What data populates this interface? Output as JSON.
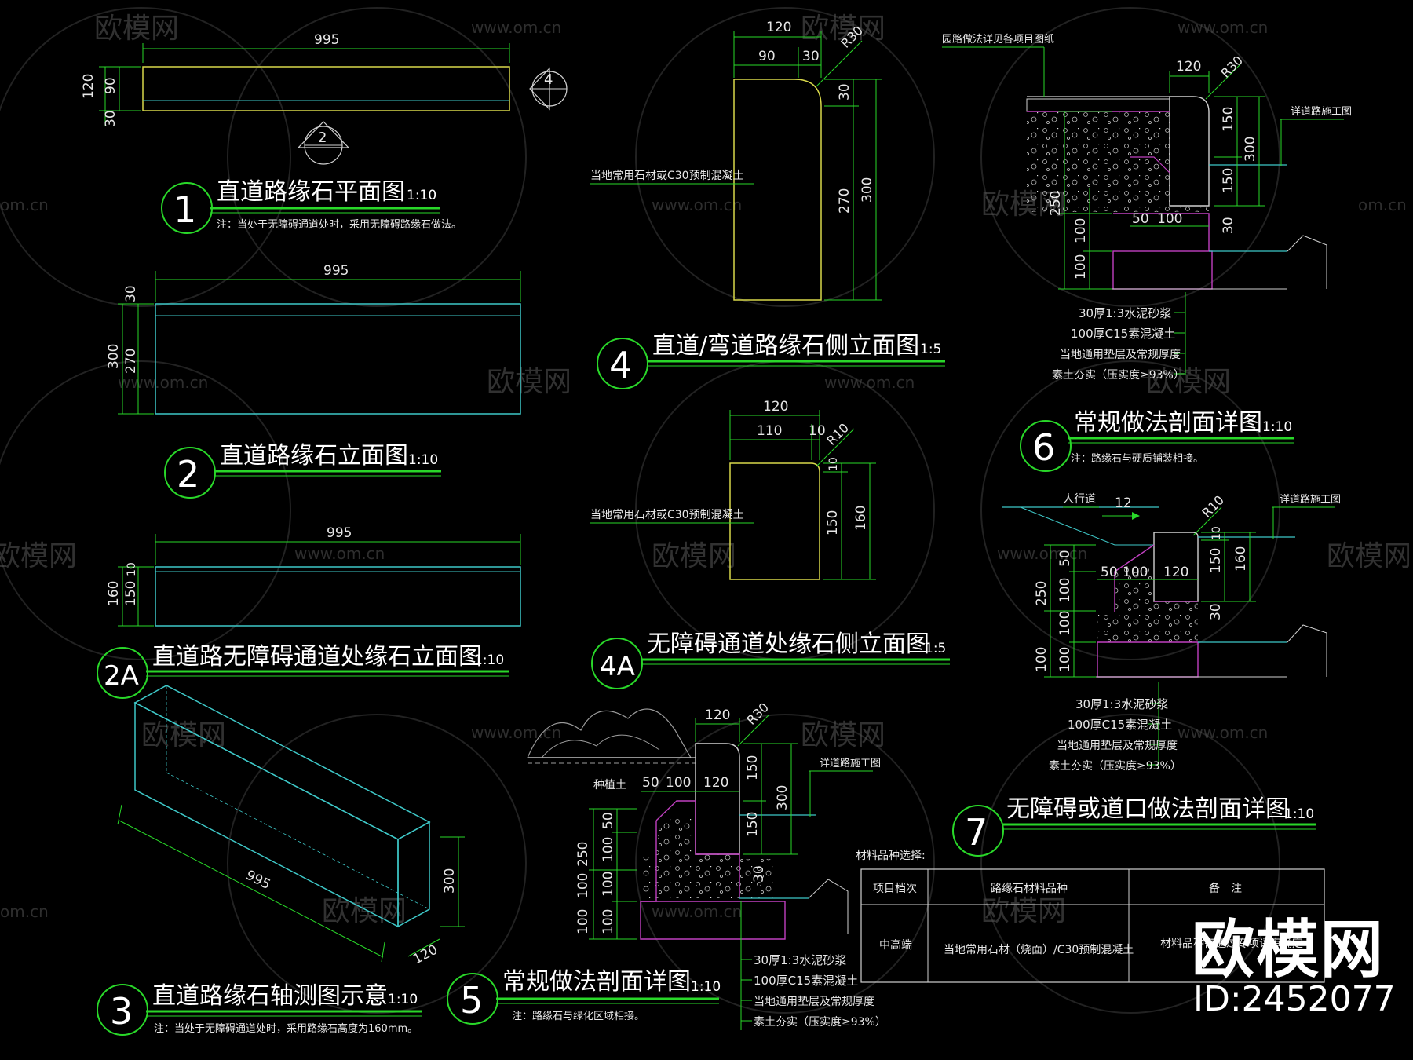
{
  "watermarks": {
    "logo_text": "欧模网",
    "url_text": "www.om.cn",
    "url_fragment": "om.cn"
  },
  "brand": {
    "name": "欧模网",
    "id": "ID:2452077"
  },
  "drawings": {
    "d1": {
      "num": "1",
      "title": "直道路缘石平面图",
      "scale": "1:10",
      "note": "注：当处于无障碍通道处时，采用无障碍路缘石做法。",
      "dims": {
        "len": "995",
        "h120": "120",
        "h90": "90",
        "h30": "30"
      },
      "markers": {
        "m4": "4",
        "m2": "2"
      }
    },
    "d2": {
      "num": "2",
      "title": "直道路缘石立面图",
      "scale": "1:10",
      "dims": {
        "len": "995",
        "h30": "30",
        "h300": "300",
        "h270": "270"
      }
    },
    "d2a": {
      "num": "2A",
      "title": "直道路无障碍通道处缘石立面图",
      "scale": "1:10",
      "dims": {
        "len": "995",
        "h160": "160",
        "h150": "150",
        "h10": "10"
      }
    },
    "d3": {
      "num": "3",
      "title": "直道路缘石轴测图示意",
      "scale": "1:10",
      "note": "注：当处于无障碍通道处时，采用路缘石高度为160mm。",
      "dims": {
        "len": "995",
        "h300": "300",
        "w120": "120"
      }
    },
    "d4": {
      "num": "4",
      "title": "直道/弯道路缘石侧立面图",
      "scale": "1:5",
      "material": "当地常用石材或C30预制混凝土",
      "dims": {
        "w120": "120",
        "w90": "90",
        "w30": "30",
        "r30": "R30",
        "h30": "30",
        "h270": "270",
        "h300": "300"
      }
    },
    "d4a": {
      "num": "4A",
      "title": "无障碍通道处缘石侧立面图",
      "scale": "1:5",
      "material": "当地常用石材或C30预制混凝土",
      "dims": {
        "w120": "120",
        "w110": "110",
        "w10": "10",
        "r10": "R10",
        "h10": "10",
        "h150": "150",
        "h160": "160"
      }
    },
    "d5": {
      "num": "5",
      "title": "常规做法剖面详图",
      "scale": "1:10",
      "note": "注：路缘石与绿化区域相接。",
      "plant": "种植土",
      "road": "详道路施工图",
      "layers": [
        "30厚1:3水泥砂浆",
        "100厚C15素混凝土",
        "当地通用垫层及常规厚度",
        "素土夯实（压实度≥93%）"
      ],
      "dims": {
        "w120": "120",
        "r30": "R30",
        "w50": "50",
        "w100": "100",
        "w120b": "120",
        "h150": "150",
        "h300": "300",
        "h150b": "150",
        "h30": "30",
        "v250": "250",
        "v50": "50",
        "v100a": "100",
        "v100b": "100",
        "v100c": "100",
        "v100d": "100",
        "v100e": "100"
      }
    },
    "d6": {
      "num": "6",
      "title": "常规做法剖面详图",
      "scale": "1:10",
      "note": "注：路缘石与硬质铺装相接。",
      "top_note": "园路做法详见各项目图纸",
      "road": "详道路施工图",
      "layers": [
        "30厚1:3水泥砂浆",
        "100厚C15素混凝土",
        "当地通用垫层及常规厚度",
        "素土夯实（压实度≥93%）"
      ],
      "dims": {
        "w120": "120",
        "r30": "R30",
        "w50": "50",
        "w100": "100",
        "h150": "150",
        "h300": "300",
        "h150b": "150",
        "h30": "30",
        "v250": "250",
        "v100a": "100",
        "v100b": "100"
      }
    },
    "d7": {
      "num": "7",
      "title": "无障碍或道口做法剖面详图",
      "scale": "1:10",
      "walk": "人行道",
      "slope": "12",
      "road": "详道路施工图",
      "layers": [
        "30厚1:3水泥砂浆",
        "100厚C15素混凝土",
        "当地通用垫层及常规厚度",
        "素土夯实（压实度≥93%）"
      ],
      "dims": {
        "r10": "R10",
        "w50": "50",
        "w100": "100",
        "w120": "120",
        "h10": "10",
        "h150": "150",
        "h160": "160",
        "h30": "30",
        "v250": "250",
        "v50": "50",
        "v100a": "100",
        "v100b": "100",
        "v100c": "100",
        "v100d": "100"
      }
    }
  },
  "material_table": {
    "caption": "材料品种选择:",
    "headers": [
      "项目档次",
      "路缘石材料品种",
      "备　注"
    ],
    "rows": [
      [
        "中高端",
        "当地常用石材（烧面）/C30预制混凝土",
        "材料品种需通过专项评审确定"
      ]
    ]
  },
  "colors": {
    "line_green": "#29d829",
    "line_yellow": "#d8d84a",
    "line_cyan": "#3ec8c8",
    "line_magenta": "#c040c0",
    "background": "#000000"
  }
}
